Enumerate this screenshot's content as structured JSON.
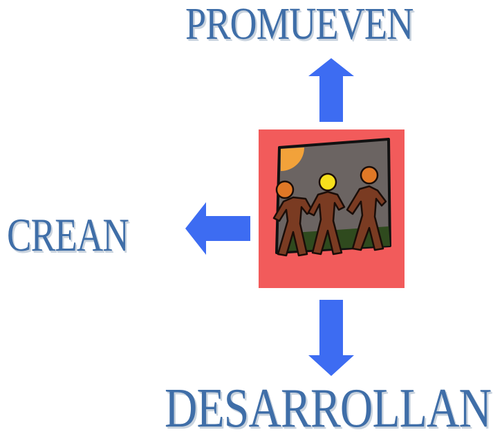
{
  "labels": {
    "top": "PROMUEVEN",
    "left": "CREAN",
    "bottom": "DESARROLLAN"
  },
  "colors": {
    "text": "#3f6ea8",
    "arrow": "#3d6cf2",
    "picture_background": "#f25b5b",
    "figures": "#7a3b22"
  },
  "icons": {
    "arrow_up": "arrow-up-icon",
    "arrow_left": "arrow-left-icon",
    "arrow_down": "arrow-down-icon",
    "center": "people-holding-hands-icon"
  }
}
